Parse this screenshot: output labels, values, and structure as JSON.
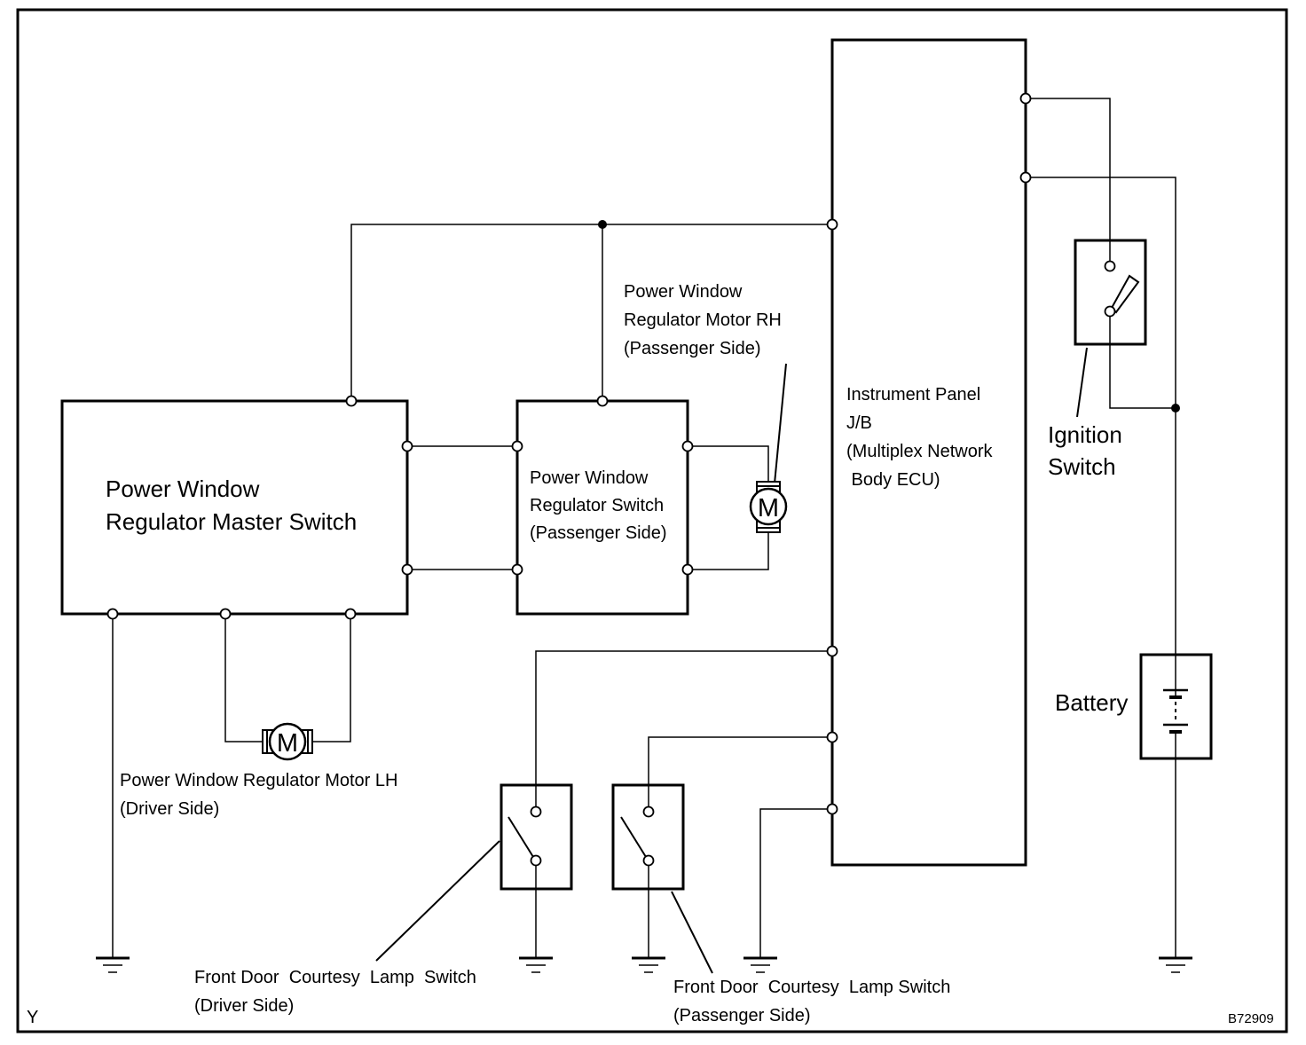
{
  "master_switch": {
    "line1": "Power Window",
    "line2": "Regulator Master Switch"
  },
  "passenger_switch": {
    "line1": "Power Window",
    "line2": "Regulator Switch",
    "line3": "(Passenger Side)"
  },
  "motor_rh": {
    "line1": "Power Window",
    "line2": "Regulator Motor RH",
    "line3": "(Passenger Side)",
    "symbol": "M"
  },
  "motor_lh": {
    "line1": "Power Window Regulator Motor LH",
    "line2": "(Driver Side)",
    "symbol": "M"
  },
  "jb": {
    "line1": "Instrument Panel",
    "line2": "J/B",
    "line3": "(Multiplex Network",
    "line4": " Body ECU)"
  },
  "ignition": {
    "line1": "Ignition",
    "line2": "Switch"
  },
  "battery": {
    "label": "Battery"
  },
  "courtesy_driver": {
    "line1": "Front Door  Courtesy  Lamp  Switch",
    "line2": "(Driver Side)"
  },
  "courtesy_passenger": {
    "line1": "Front Door  Courtesy  Lamp Switch",
    "line2": "(Passenger Side)"
  },
  "corner_mark": "Y",
  "figure_code": "B72909"
}
